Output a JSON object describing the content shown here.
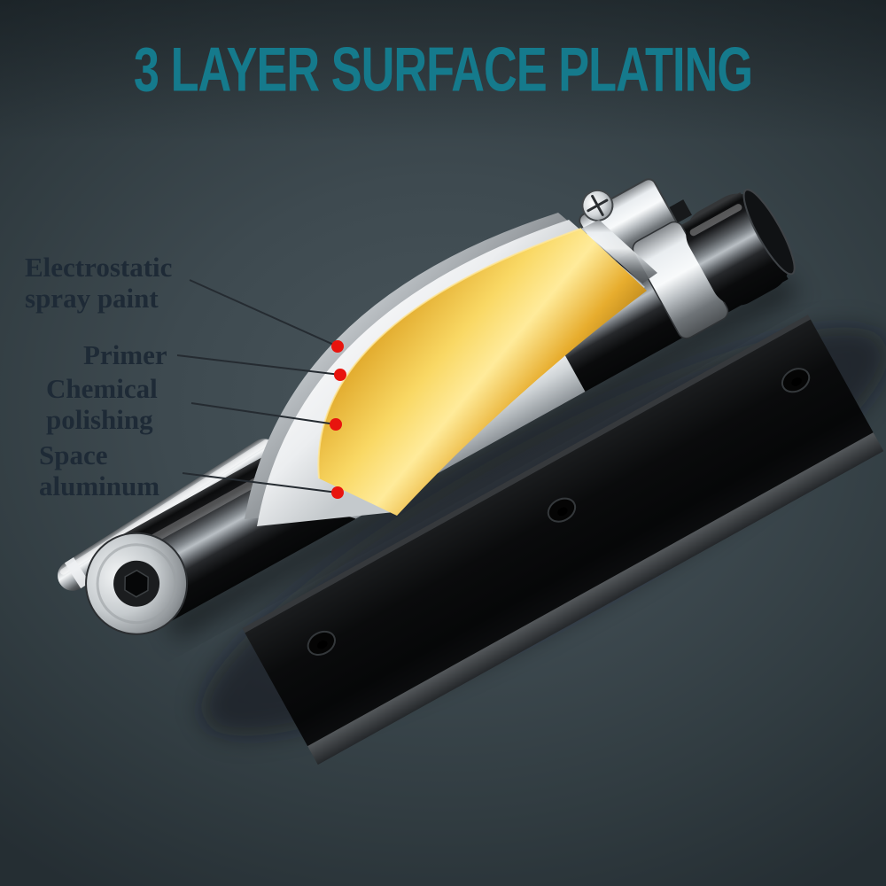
{
  "title": {
    "text": "3 LAYER SURFACE PLATING"
  },
  "colors": {
    "title": "#157a8c",
    "label_text": "#1e2a36",
    "marker": "#e8140e",
    "leader_line": "#252b31",
    "gold_layer": "#f6cf52",
    "silver_layer": "#c9ced2",
    "white_layer": "#f4f6f7",
    "background": "#3e4a50"
  },
  "annotations": [
    {
      "id": "electrostatic-spray-paint",
      "lines": [
        "Electrostatic",
        "spray paint"
      ]
    },
    {
      "id": "primer",
      "lines": [
        "Primer"
      ]
    },
    {
      "id": "chemical-polishing",
      "lines": [
        "Chemical",
        "polishing"
      ]
    },
    {
      "id": "space-aluminum",
      "lines": [
        "Space",
        "aluminum"
      ]
    }
  ],
  "illustration": {
    "parts": [
      "mounting-plate",
      "plate-screw-hole",
      "spring-cylinder",
      "piston-rod",
      "chrome-collar",
      "pivot-bracket",
      "bracket-screw",
      "end-cap",
      "left-end-cap",
      "peeled-gold-layer",
      "primer-sheet",
      "outer-coating-sheet",
      "exposed-aluminum"
    ]
  }
}
